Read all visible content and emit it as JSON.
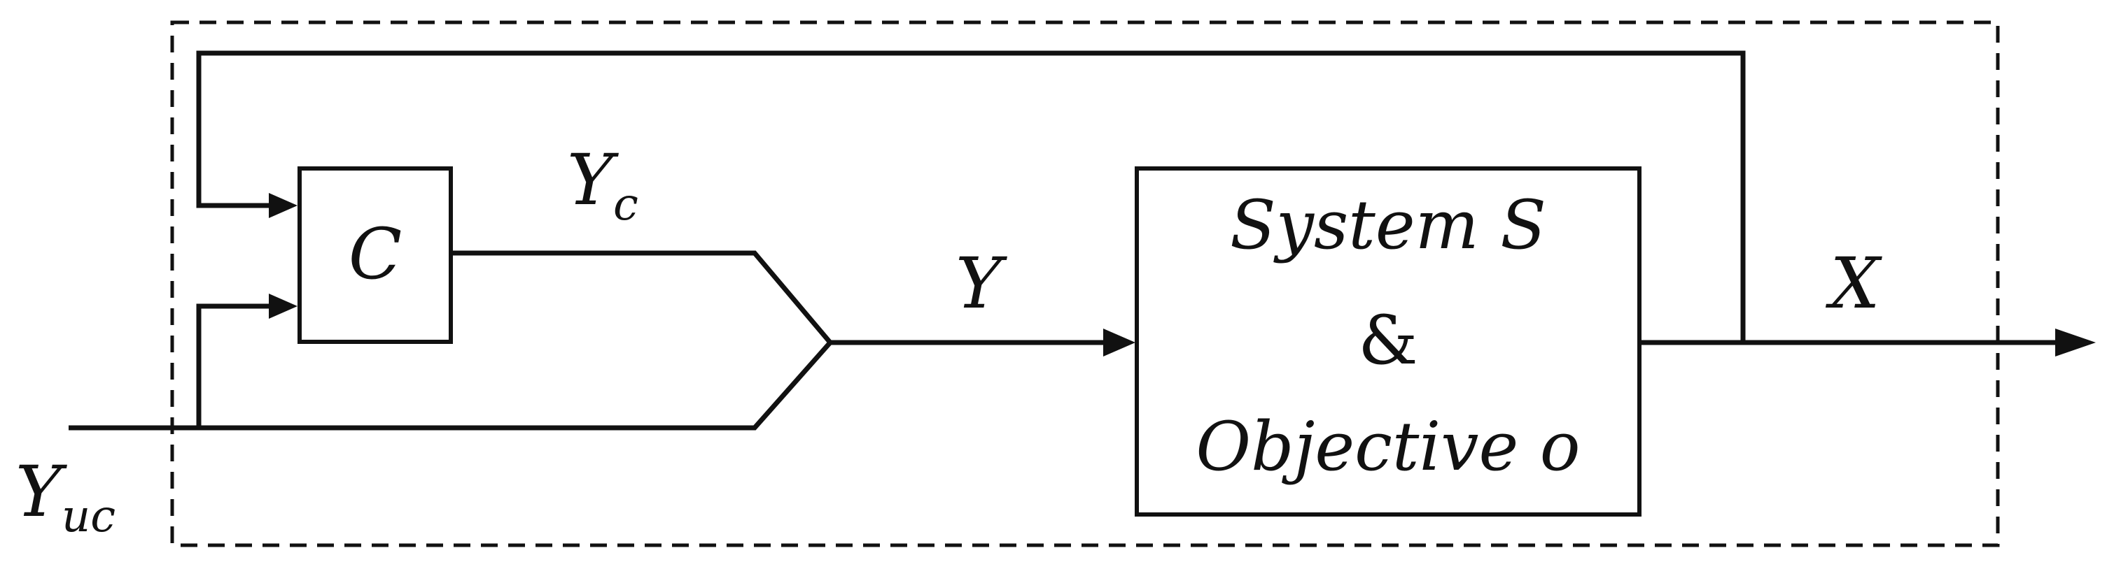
{
  "diagram": {
    "controller": {
      "label": "C"
    },
    "system": {
      "line1": "System S",
      "line2": "&",
      "line3": "Objective o"
    },
    "signals": {
      "controlled_input": {
        "symbol": "Y",
        "subscript": "c"
      },
      "combined_input": {
        "symbol": "Y"
      },
      "output": {
        "symbol": "X"
      },
      "uncontrolled_input": {
        "symbol": "Y",
        "subscript": "uc"
      }
    }
  }
}
